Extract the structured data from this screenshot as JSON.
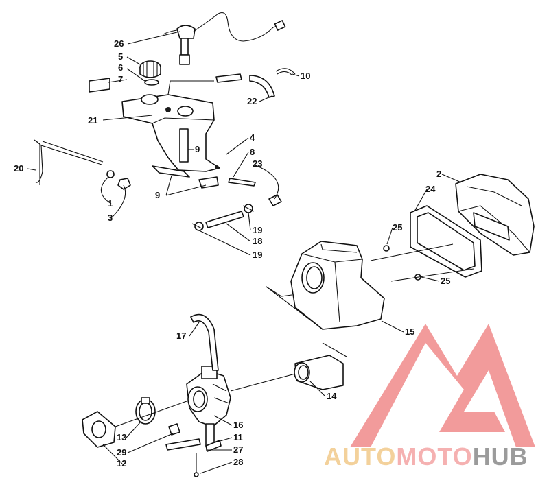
{
  "callouts": [
    {
      "n": "26"
    },
    {
      "n": "5"
    },
    {
      "n": "6"
    },
    {
      "n": "7"
    },
    {
      "n": "10"
    },
    {
      "n": "22"
    },
    {
      "n": "21"
    },
    {
      "n": "4"
    },
    {
      "n": "9"
    },
    {
      "n": "8"
    },
    {
      "n": "23"
    },
    {
      "n": "20"
    },
    {
      "n": "9"
    },
    {
      "n": "1"
    },
    {
      "n": "3"
    },
    {
      "n": "19"
    },
    {
      "n": "18"
    },
    {
      "n": "19"
    },
    {
      "n": "2"
    },
    {
      "n": "24"
    },
    {
      "n": "25"
    },
    {
      "n": "25"
    },
    {
      "n": "15"
    },
    {
      "n": "17"
    },
    {
      "n": "14"
    },
    {
      "n": "16"
    },
    {
      "n": "13"
    },
    {
      "n": "11"
    },
    {
      "n": "29"
    },
    {
      "n": "27"
    },
    {
      "n": "12"
    },
    {
      "n": "28"
    }
  ],
  "watermark": {
    "word_auto": "AUTO",
    "word_moto": "MOTO",
    "word_hub": "HUB",
    "colors": {
      "auto": "#f2c98a",
      "moto": "#f4a4a4",
      "hub": "#8a8a8a",
      "logo": "#f08a8a"
    }
  }
}
